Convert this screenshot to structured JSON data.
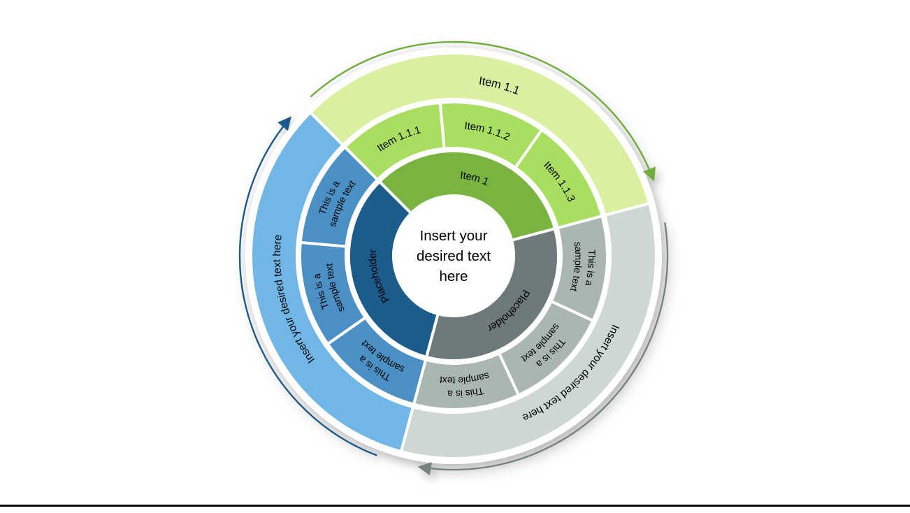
{
  "slide": {
    "background": "#ffffff",
    "bottom_border_color": "#0b0b0b"
  },
  "center": {
    "text": "Insert your desired text here",
    "lines": [
      "Insert your",
      "desired text",
      "here"
    ],
    "fill": "#ffffff",
    "text_color": "#000000"
  },
  "sections": [
    {
      "name": "green",
      "outer_label": "Item 1.1",
      "middle_labels": [
        {
          "line1": "Item 1.1.1",
          "line2": ""
        },
        {
          "line1": "Item 1.1.2",
          "line2": ""
        },
        {
          "line1": "Item 1.1.3",
          "line2": ""
        }
      ],
      "inner_label": "Item 1",
      "colors": {
        "outer": "#d9f0a0",
        "middle": "#a9de60",
        "inner": "#79b441",
        "arrow": "#6fad3c"
      },
      "start_angle": 135,
      "end_angle": 15,
      "arrow": {
        "from": 132,
        "to": 21
      }
    },
    {
      "name": "blue",
      "outer_label": "Insert your desired text here",
      "middle_labels": [
        {
          "line1": "This is a",
          "line2": "sample text"
        },
        {
          "line1": "This is a",
          "line2": "sample text"
        },
        {
          "line1": "This is a",
          "line2": "sample text"
        }
      ],
      "inner_label": "Placeholder",
      "colors": {
        "outer": "#70b7e8",
        "middle": "#4b90c4",
        "inner": "#1d5b8c",
        "arrow": "#1c5a8b"
      },
      "start_angle": 255,
      "end_angle": 135,
      "arrow": {
        "from": 249,
        "to": 140
      }
    },
    {
      "name": "gray",
      "outer_label": "Insert your desired text here",
      "middle_labels": [
        {
          "line1": "This is a",
          "line2": "sample text"
        },
        {
          "line1": "This is a",
          "line2": "sample text"
        },
        {
          "line1": "This is a",
          "line2": "sample text"
        }
      ],
      "inner_label": "Placeholder",
      "colors": {
        "outer": "#cdd7d3",
        "middle": "#a9b6b3",
        "inner": "#6e797b",
        "arrow": "#75827f"
      },
      "start_angle": 375,
      "end_angle": 255,
      "arrow": {
        "from": 369,
        "to": 261
      }
    }
  ]
}
